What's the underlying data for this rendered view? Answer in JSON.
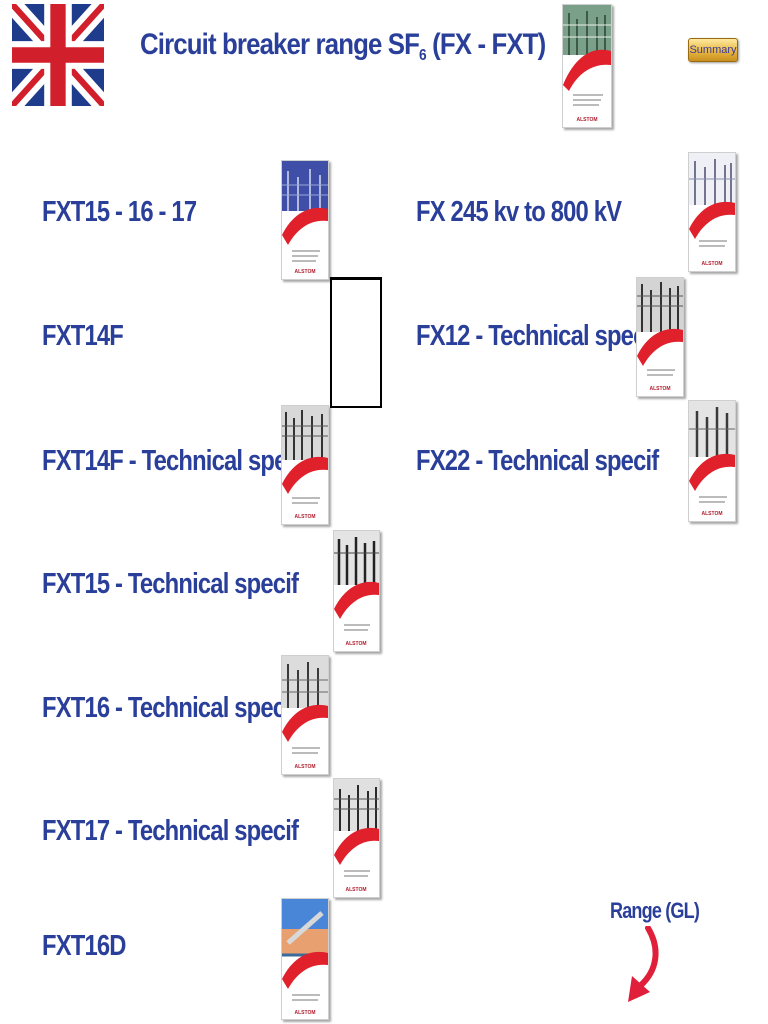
{
  "header": {
    "title_main": "Circuit breaker range SF",
    "title_sub": "6",
    "title_tail": " (FX - FXT)",
    "summary_label": "Summary"
  },
  "left_items": [
    {
      "label": "FXT15 - 16 - 17"
    },
    {
      "label": "FXT14F"
    },
    {
      "label": "FXT14F - Technical specif"
    },
    {
      "label": "FXT15 - Technical specif"
    },
    {
      "label": "FXT16 - Technical specif"
    },
    {
      "label": "FXT17 - Technical specif"
    },
    {
      "label": "FXT16D"
    }
  ],
  "right_items": [
    {
      "label": "FX 245 kv to 800 kV"
    },
    {
      "label": "FX12 - Technical specif"
    },
    {
      "label": "FX22 - Technical specif"
    }
  ],
  "thumbnail_brand": "ALSTOM",
  "range_link": "Range (GL)",
  "colors": {
    "label_blue": "#2a3f9a",
    "swoosh_red": "#e0202a",
    "arrow_red": "#e01f3a",
    "summary_gold": "#e8b842"
  },
  "icons": {
    "flag": "union-jack-flag-icon",
    "arrow": "curved-arrow-icon"
  }
}
